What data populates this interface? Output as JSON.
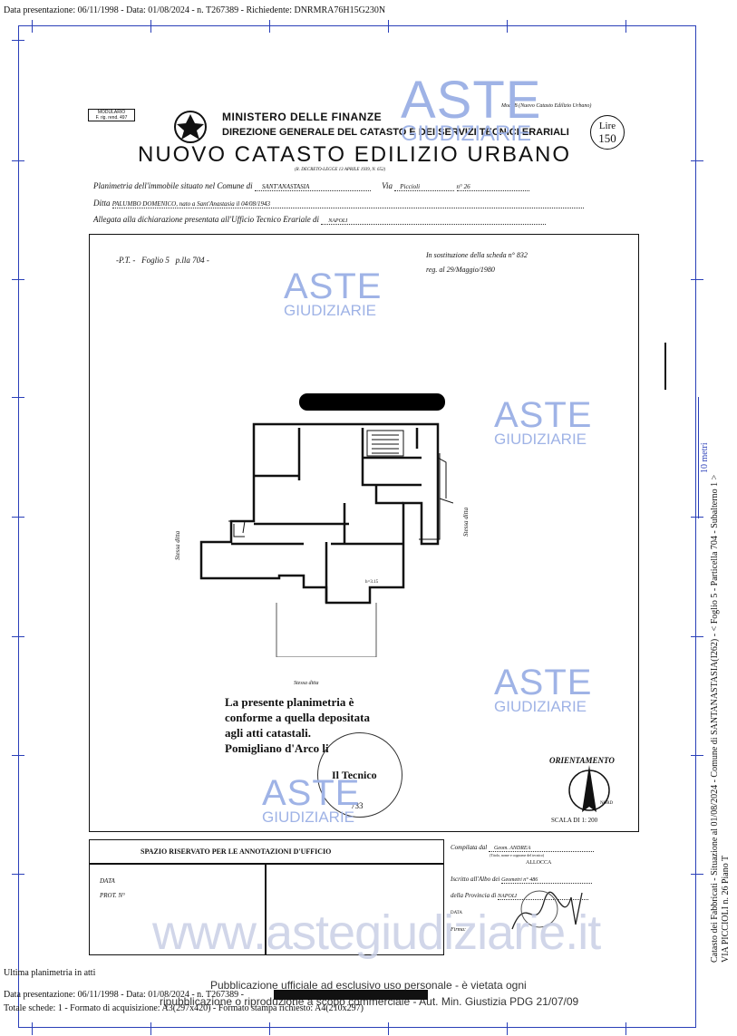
{
  "header": {
    "top_line": "Data presentazione: 06/11/1998 - Data: 01/08/2024 - n. T267389 - Richiedente: DNRMRA76H15G230N"
  },
  "form": {
    "modulario": "MODULARIO",
    "modulario_ref": "F. rig. rend. 497",
    "ministry": "MINISTERO DELLE FINANZE",
    "direction": "DIREZIONE GENERALE DEL CATASTO E DEI SERVIZI TECNICI ERARIALI",
    "title": "NUOVO CATASTO EDILIZIO URBANO",
    "decree": "(R. DECRETO-LEGGE 13 APRILE 1939, N. 652)",
    "mod_b": "Mod. B (Nuovo Catasto Edilizio Urbano)",
    "stamp_lire": "Lire",
    "stamp_value": "150",
    "planimetria_label": "Planimetria dell'immobile situato nel Comune di",
    "comune": "SANT'ANASTASIA",
    "via_label": "Via",
    "via": "Piccioli",
    "numero": "n° 26",
    "ditta_label": "Ditta",
    "ditta": "PALUMBO DOMENICO, nato a Sant'Anastasia il 04/08/1943",
    "allegata_label": "Allegata alla dichiarazione presentata all'Ufficio Tecnico Erariale di",
    "ufficio": "NAPOLI"
  },
  "plan": {
    "sheet_ref": "-P.T. -   Foglio 5   p.lla 704 -",
    "substitution_1": "In sostituzione della scheda n° 832",
    "substitution_2": "reg. al 29/Maggio/1980",
    "side_left": "Stessa ditta",
    "side_right": "Stessa ditta",
    "bottom_label": "Stessa ditta",
    "room_height": "h=3.15",
    "conformity_1": "La presente planimetria è",
    "conformity_2": "conforme a quella depositata",
    "conformity_3": "agli atti catastali.",
    "conformity_4": "Pomigliano d'Arco li",
    "signature": "Il Tecnico",
    "stamp_number": "733",
    "orientation": "ORIENTAMENTO",
    "nord": "NORD",
    "scale": "SCALA DI 1: 200"
  },
  "office": {
    "reserved": "SPAZIO RISERVATO PER LE ANNOTAZIONI D'UFFICIO",
    "data": "DATA",
    "prot": "PROT. N°",
    "compilata": "Compilata dal",
    "compilata_value": "Geom. ANDREA",
    "compilata_sub": "(Titolo, nome e cognome del tecnico)",
    "compilata_surname": "ALLOCCA",
    "iscritto": "Iscritto all'Albo dei",
    "iscritto_value": "Geometri  n° 486",
    "provincia": "della Provincia di",
    "provincia_value": "NAPOLI",
    "data2": "DATA",
    "firma": "Firma:"
  },
  "watermarks": {
    "aste": "ASTE",
    "giudiziarie": "GIUDIZIARIE",
    "site": "www.astegiudiziarie.it",
    "notice_1": "Pubblicazione ufficiale ad esclusivo uso personale - è vietata ogni",
    "notice_2": "ripubblicazione o riproduzione a scopo commerciale - Aut. Min. Giustizia PDG 21/07/09"
  },
  "side": {
    "scale_bar": "10 metri",
    "line_1": "Catasto dei Fabbricati - Situazione al 01/08/2024 - Comune di SANTANASTASIA(I262) - < Foglio 5 - Particella  704 - Subalterno 1 >",
    "line_2": "VIA PICCIOLI n. 26 Piano T"
  },
  "footer": {
    "ultima": "Ultima planimetria in atti",
    "line_1": "Data presentazione: 06/11/1998 - Data: 01/08/2024 - n. T267389 -",
    "line_2": "Totale schede: 1 - Formato di acquisizione: A3(297x420) - Formato stampa richiesto: A4(210x297)"
  }
}
